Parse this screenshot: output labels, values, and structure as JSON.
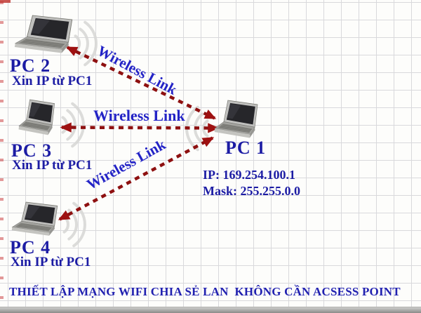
{
  "diagram": {
    "nodes": {
      "pc1": {
        "name": "PC 1",
        "ip": "IP: 169.254.100.1",
        "mask": "Mask: 255.255.0.0"
      },
      "pc2": {
        "name": "PC 2",
        "note": "Xin IP từ PC1"
      },
      "pc3": {
        "name": "PC 3",
        "note": "Xin IP từ PC1"
      },
      "pc4": {
        "name": "PC 4",
        "note": "Xin IP từ PC1"
      }
    },
    "links": {
      "pc2_pc1": {
        "label": "Wireless Link",
        "style": "dashed-double-arrow"
      },
      "pc3_pc1": {
        "label": "Wireless Link",
        "style": "dashed-double-arrow"
      },
      "pc4_pc1": {
        "label": "Wireless Link",
        "style": "dashed-double-arrow"
      }
    },
    "caption": "THIẾT LẬP MẠNG WIFI CHIA SẺ LAN  KHÔNG CẦN ACSESS POINT"
  },
  "icons": {
    "laptop": "laptop-icon",
    "wireless_waves": "wireless-signal-icon"
  },
  "colors": {
    "node_label_blue": "#1c1ca4",
    "link_label_blue": "#2323c6",
    "link_dash_red": "#8e1010",
    "arrowhead_red": "#9e1111",
    "grid_line": "#d9d9dc",
    "background": "#fdfdfb"
  }
}
